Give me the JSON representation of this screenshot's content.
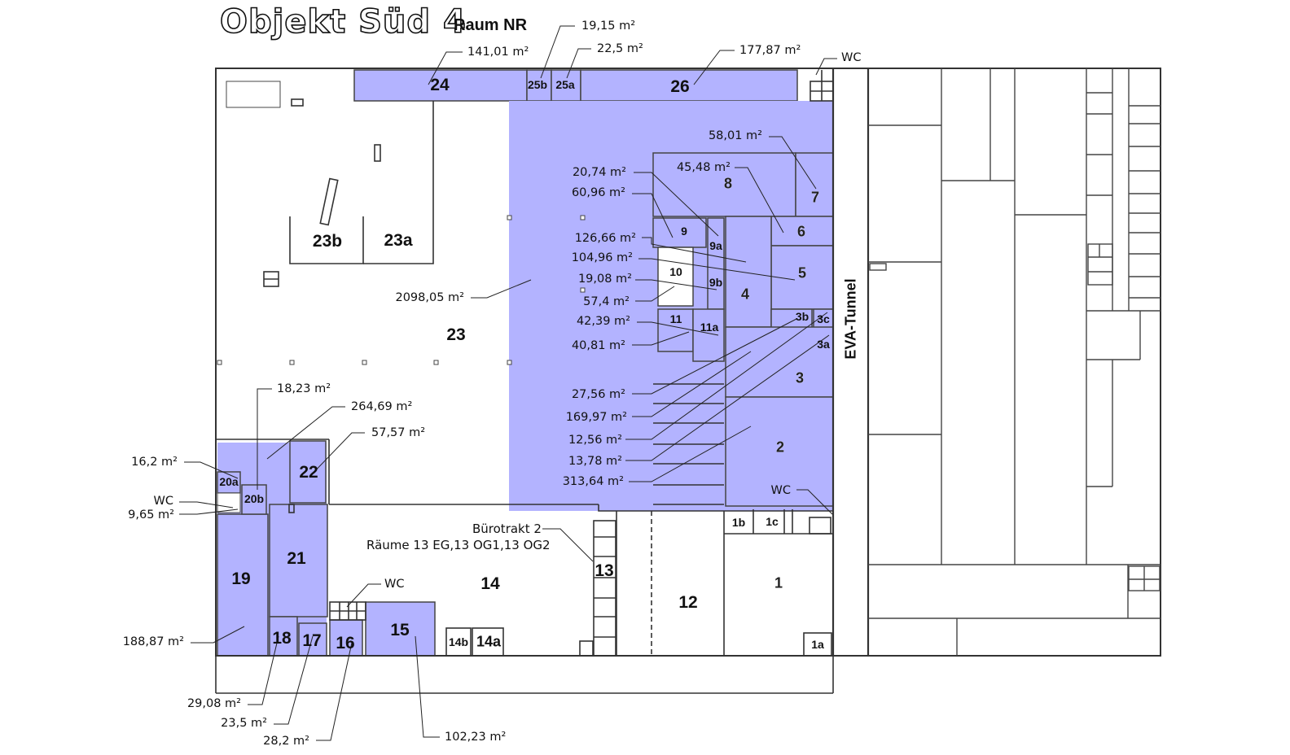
{
  "title": "Objekt Süd 4",
  "subtitle": "Raum NR",
  "tunnel_label": "EVA-Tunnel",
  "buerotrakt": {
    "line1": "Bürotrakt 2",
    "line2": "Räume 13 EG,13 OG1,13 OG2"
  },
  "fill_color": "#b3b3ff",
  "rooms": [
    {
      "id": "r24",
      "label": "24"
    },
    {
      "id": "r25b",
      "label": "25b"
    },
    {
      "id": "r25a",
      "label": "25a"
    },
    {
      "id": "r26",
      "label": "26"
    },
    {
      "id": "r23b",
      "label": "23b"
    },
    {
      "id": "r23a",
      "label": "23a"
    },
    {
      "id": "r23",
      "label": "23"
    },
    {
      "id": "r8",
      "label": "8"
    },
    {
      "id": "r7",
      "label": "7"
    },
    {
      "id": "r6",
      "label": "6"
    },
    {
      "id": "r9",
      "label": "9"
    },
    {
      "id": "r9a",
      "label": "9a"
    },
    {
      "id": "r5",
      "label": "5"
    },
    {
      "id": "r10",
      "label": "10"
    },
    {
      "id": "r9b",
      "label": "9b"
    },
    {
      "id": "r4",
      "label": "4"
    },
    {
      "id": "r11",
      "label": "11"
    },
    {
      "id": "r11a",
      "label": "11a"
    },
    {
      "id": "r3b",
      "label": "3b"
    },
    {
      "id": "r3c",
      "label": "3c"
    },
    {
      "id": "r3a",
      "label": "3a"
    },
    {
      "id": "r3",
      "label": "3"
    },
    {
      "id": "r2",
      "label": "2"
    },
    {
      "id": "r1b",
      "label": "1b"
    },
    {
      "id": "r1c",
      "label": "1c"
    },
    {
      "id": "r1",
      "label": "1"
    },
    {
      "id": "r1a",
      "label": "1a"
    },
    {
      "id": "r12",
      "label": "12"
    },
    {
      "id": "r13",
      "label": "13"
    },
    {
      "id": "r14",
      "label": "14"
    },
    {
      "id": "r14b",
      "label": "14b"
    },
    {
      "id": "r14a",
      "label": "14a"
    },
    {
      "id": "r15",
      "label": "15"
    },
    {
      "id": "r16",
      "label": "16"
    },
    {
      "id": "r17",
      "label": "17"
    },
    {
      "id": "r18",
      "label": "18"
    },
    {
      "id": "r19",
      "label": "19"
    },
    {
      "id": "r21",
      "label": "21"
    },
    {
      "id": "r20a",
      "label": "20a"
    },
    {
      "id": "r20b",
      "label": "20b"
    },
    {
      "id": "r22",
      "label": "22"
    }
  ],
  "areas": [
    {
      "id": "a24",
      "text": "141,01 m²"
    },
    {
      "id": "a25b",
      "text": "19,15 m²"
    },
    {
      "id": "a25a",
      "text": "22,5 m²"
    },
    {
      "id": "a26",
      "text": "177,87 m²"
    },
    {
      "id": "wc_top",
      "text": "WC"
    },
    {
      "id": "a7",
      "text": "58,01 m²"
    },
    {
      "id": "a8",
      "text": "45,48 m²"
    },
    {
      "id": "a9a",
      "text": "20,74 m²"
    },
    {
      "id": "a9",
      "text": "60,96 m²"
    },
    {
      "id": "a4",
      "text": "126,66 m²"
    },
    {
      "id": "a5",
      "text": "104,96 m²"
    },
    {
      "id": "a9b",
      "text": "19,08 m²"
    },
    {
      "id": "a10",
      "text": "57,4 m²"
    },
    {
      "id": "a11a",
      "text": "42,39 m²"
    },
    {
      "id": "a11",
      "text": "40,81 m²"
    },
    {
      "id": "a23",
      "text": "2098,05 m²"
    },
    {
      "id": "a3b",
      "text": "27,56 m²"
    },
    {
      "id": "a3",
      "text": "169,97 m²"
    },
    {
      "id": "a3c",
      "text": "12,56 m²"
    },
    {
      "id": "a3a",
      "text": "13,78 m²"
    },
    {
      "id": "a2",
      "text": "313,64 m²"
    },
    {
      "id": "wc_right",
      "text": "WC"
    },
    {
      "id": "a20b",
      "text": "18,23 m²"
    },
    {
      "id": "a21",
      "text": "264,69 m²"
    },
    {
      "id": "a22",
      "text": "57,57 m²"
    },
    {
      "id": "a20a",
      "text": "16,2 m²"
    },
    {
      "id": "wc_left",
      "text": "WC"
    },
    {
      "id": "a_wc_left",
      "text": "9,65 m²"
    },
    {
      "id": "wc_mid",
      "text": "WC"
    },
    {
      "id": "a19",
      "text": "188,87 m²"
    },
    {
      "id": "a18",
      "text": "29,08 m²"
    },
    {
      "id": "a17",
      "text": "23,5 m²"
    },
    {
      "id": "a16",
      "text": "28,2 m²"
    },
    {
      "id": "a15",
      "text": "102,23 m²"
    }
  ]
}
